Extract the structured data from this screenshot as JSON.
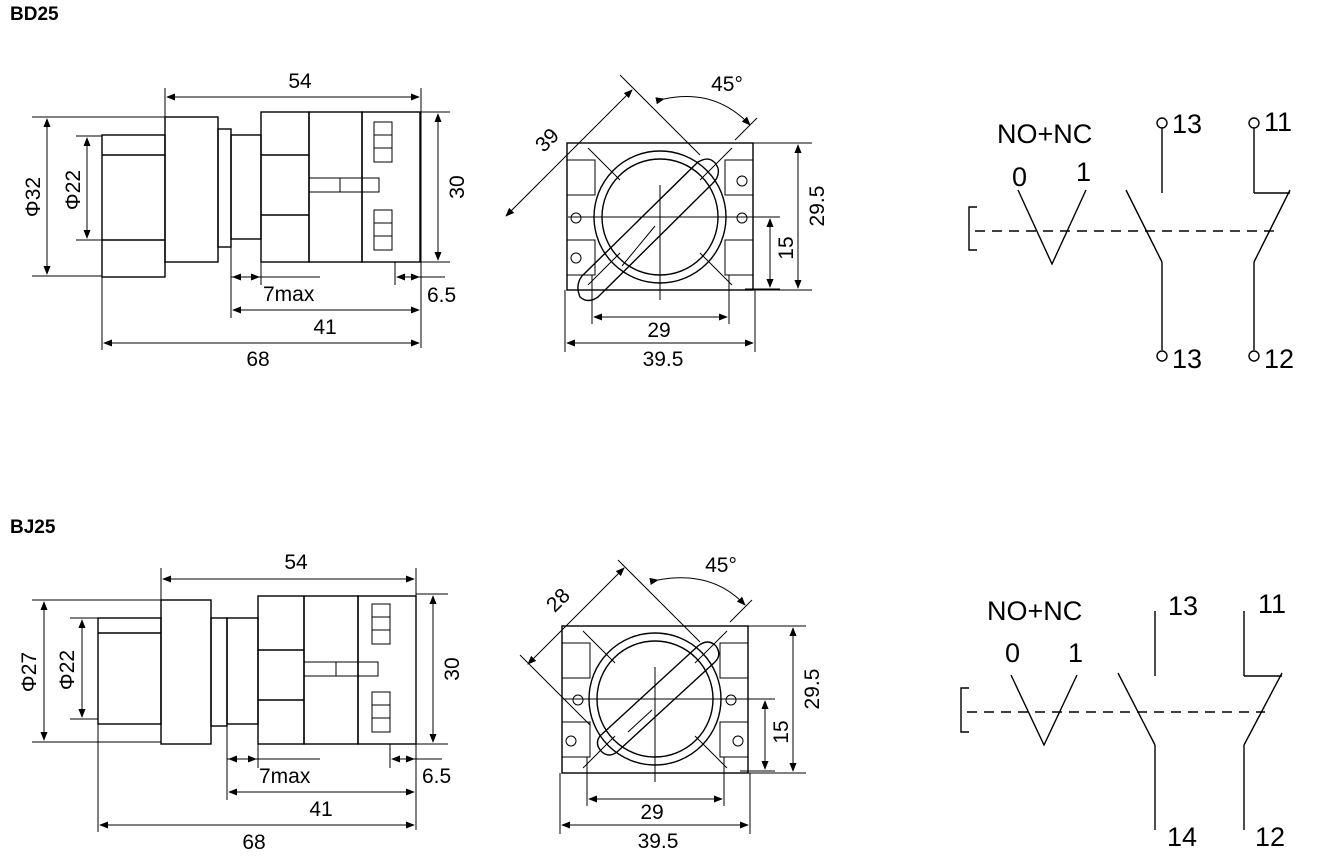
{
  "sections": [
    {
      "title": "BD25",
      "side": {
        "length_total": "54",
        "dia_outer": "Φ32",
        "dia_inner": "Φ22",
        "height": "30",
        "panel": "7max",
        "terminal": "6.5",
        "body": "41",
        "overall": "68"
      },
      "front": {
        "diag": "39",
        "angle": "45°",
        "height": "29.5",
        "hole": "15",
        "hole_span": "29",
        "width": "39.5"
      },
      "symbol": {
        "contact": "NO+NC",
        "pos0": "0",
        "pos1": "1",
        "no_top": "13",
        "nc_top": "11",
        "no_bottom": "13",
        "nc_bottom": "12"
      }
    },
    {
      "title": "BJ25",
      "side": {
        "length_total": "54",
        "dia_outer": "Φ27",
        "dia_inner": "Φ22",
        "height": "30",
        "panel": "7max",
        "terminal": "6.5",
        "body": "41",
        "overall": "68"
      },
      "front": {
        "diag": "28",
        "angle": "45°",
        "height": "29.5",
        "hole": "15",
        "hole_span": "29",
        "width": "39.5"
      },
      "symbol": {
        "contact": "NO+NC",
        "pos0": "0",
        "pos1": "1",
        "no_top": "13",
        "nc_top": "11",
        "no_bottom": "14",
        "nc_bottom": "12"
      }
    }
  ]
}
